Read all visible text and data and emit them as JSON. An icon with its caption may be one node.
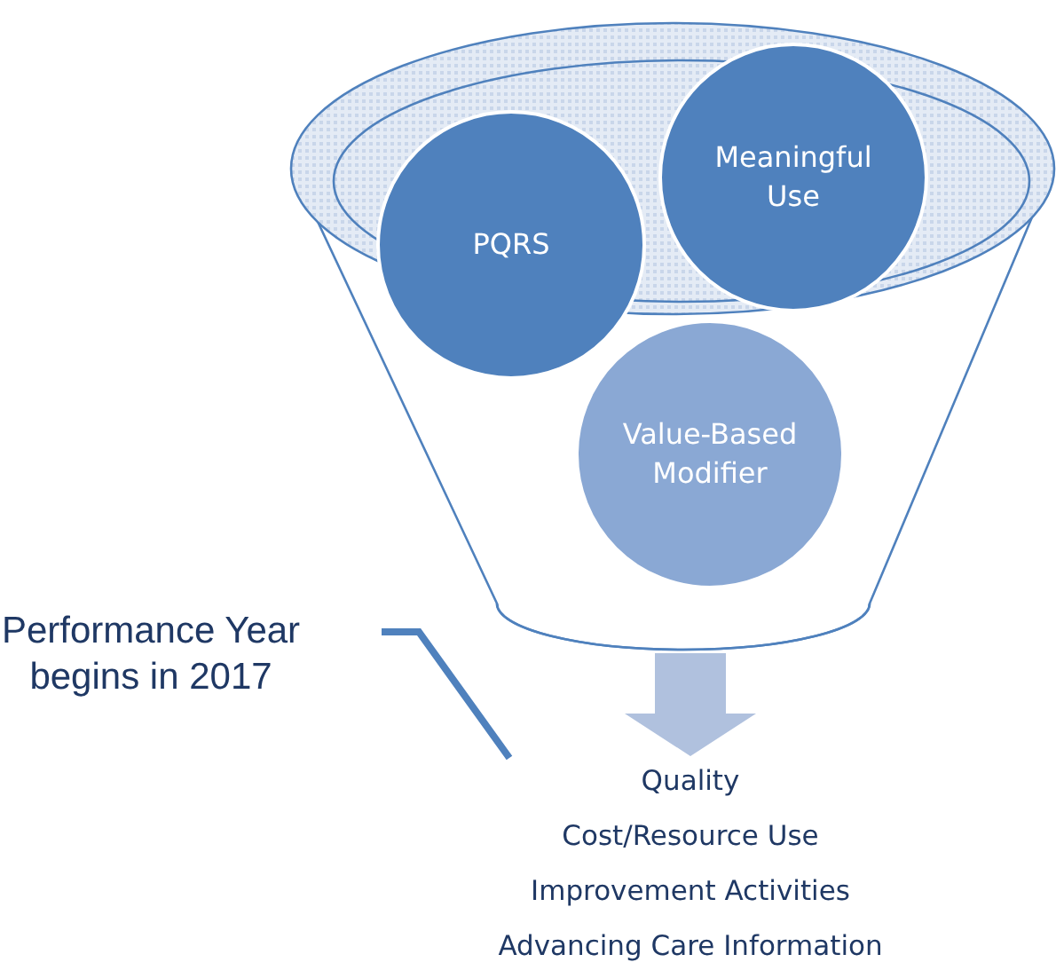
{
  "diagram": {
    "nodes": [
      {
        "text": [],
        "shape": "funnel"
      },
      {
        "text": [
          "PQRS"
        ]
      },
      {
        "text": [
          "Meaningful Use"
        ]
      },
      {
        "text": [
          "Value-Based Modifier"
        ],
        "in": 0
      },
      {
        "text": [
          "Quality",
          "Cost/Resource Use",
          "Improvement Activities",
          "Advancing Care Information"
        ]
      },
      {
        "text": [
          "Performance Year begins in 2017"
        ]
      }
    ],
    "edges": [
      {
        "from": 0,
        "to": 4,
        "arrow": "to",
        "style": "thick",
        "color": "#b0c1de"
      },
      {
        "from": 5,
        "to": 4,
        "arrow": "none",
        "color": "#4f81bd"
      }
    ]
  }
}
